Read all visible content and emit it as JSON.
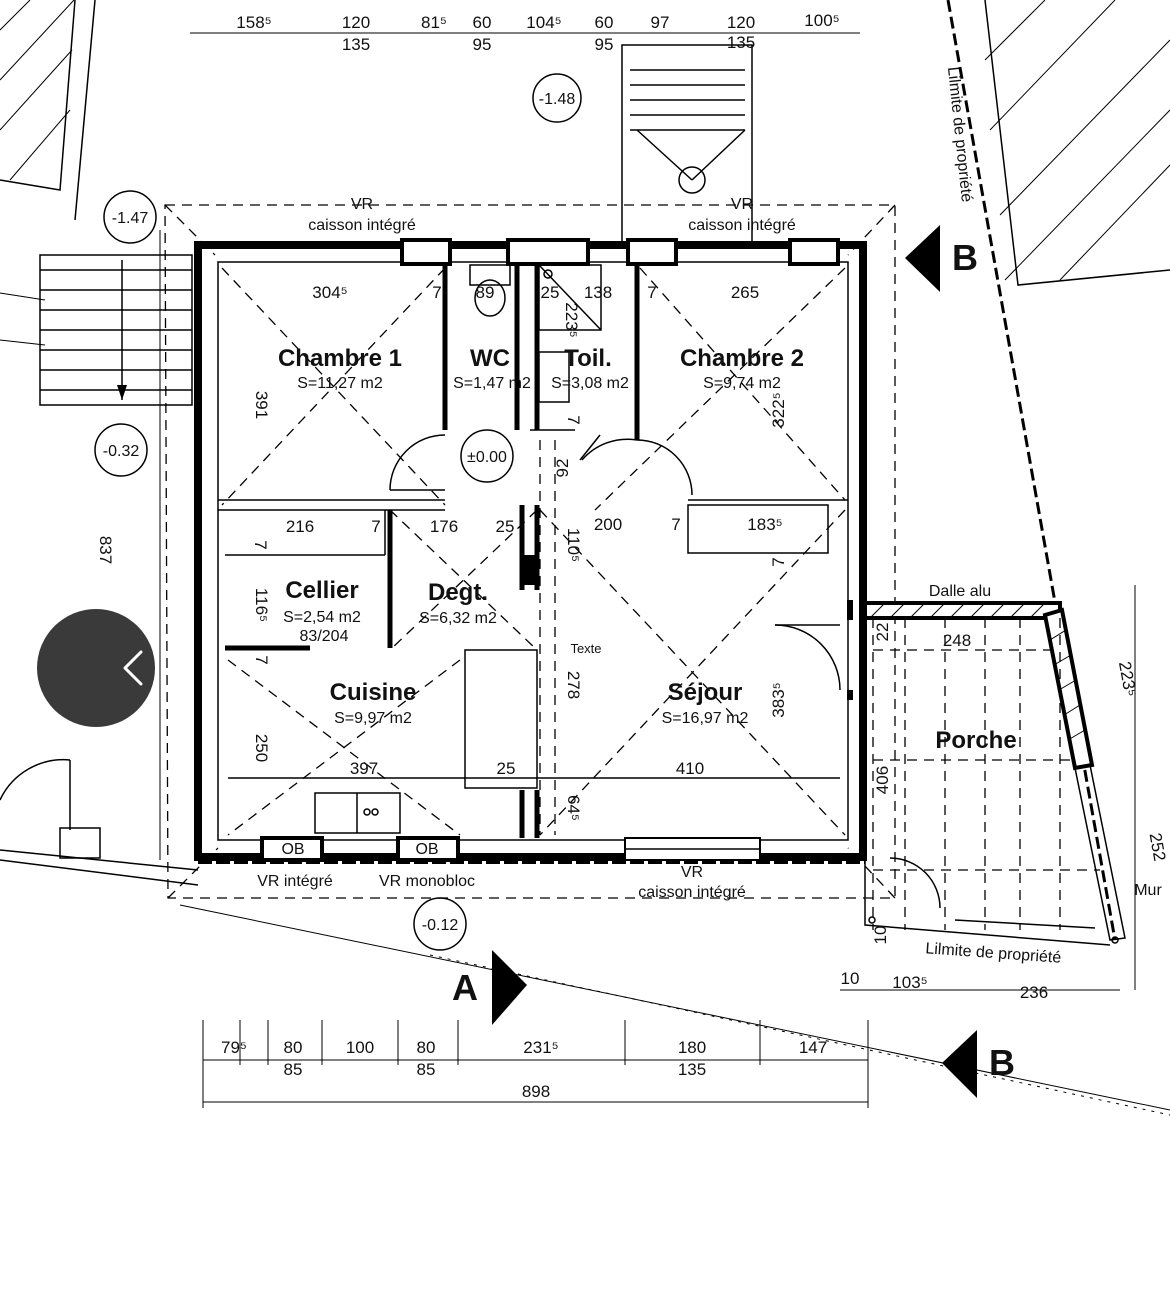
{
  "rooms": {
    "chambre1": {
      "name": "Chambre 1",
      "area": "S=11,27 m2"
    },
    "wc": {
      "name": "WC",
      "area": "S=1,47 m2"
    },
    "toilette": {
      "name": "Toil.",
      "area": "S=3,08 m2"
    },
    "chambre2": {
      "name": "Chambre 2",
      "area": "S=9,74 m2"
    },
    "cellier": {
      "name": "Cellier",
      "area": "S=2,54 m2",
      "door": "83/204"
    },
    "degt": {
      "name": "Degt.",
      "area": "S=6,32 m2"
    },
    "cuisine": {
      "name": "Cuisine",
      "area": "S=9,97 m2"
    },
    "sejour": {
      "name": "Séjour",
      "area": "S=16,97 m2"
    },
    "porche": {
      "name": "Porche"
    }
  },
  "levels": {
    "l1": "-1.48",
    "l2": "-1.47",
    "l3": "-0.32",
    "l4": "±0.00",
    "l5": "-0.12"
  },
  "labels": {
    "vr_caisson": "VR",
    "caisson_integre": "caisson intégré",
    "vr_integre": "VR intégré",
    "vr_monobloc": "VR monobloc",
    "ob": "OB",
    "dalle_alu": "Dalle alu",
    "limite": "Lilmite de propriété",
    "mur": "Mur",
    "texte": "Texte",
    "section_a": "A",
    "section_b": "B"
  },
  "dims_top": {
    "d1": "158⁵",
    "d2": "120",
    "d2b": "135",
    "d3": "81⁵",
    "d4": "60",
    "d4b": "95",
    "d5": "104⁵",
    "d6": "60",
    "d6b": "95",
    "d7": "97",
    "d8": "120",
    "d8b": "135",
    "d9": "100⁵"
  },
  "dims_interior": {
    "c1w": "304⁵",
    "w7a": "7",
    "wc89": "89",
    "t25": "25",
    "t138": "138",
    "w7b": "7",
    "c2w": "265",
    "c1h": "391",
    "t223": "223⁵",
    "t7": "7",
    "c2h": "322⁵",
    "d92": "92",
    "r216": "216",
    "r7a": "7",
    "r176": "176",
    "r25": "25",
    "r105": "110⁵",
    "r200": "200",
    "r7b": "7",
    "r183": "183⁵",
    "l7a": "7",
    "l116": "116⁵",
    "l7b": "7",
    "l250": "250",
    "m278": "278",
    "r7c": "7",
    "r383": "383⁵",
    "b397": "397",
    "b25": "25",
    "b410": "410",
    "b64": "64⁵"
  },
  "dims_porch": {
    "p22": "22",
    "p248": "248",
    "p223": "223⁵",
    "p406": "406",
    "p252": "252",
    "p10": "10"
  },
  "dims_right_bottom": {
    "r10": "10",
    "r103": "103⁵",
    "r236": "236"
  },
  "dims_bottom": {
    "b1": "79⁵",
    "b2": "80",
    "b2b": "85",
    "b3": "100",
    "b4": "80",
    "b4b": "85",
    "b5": "231⁵",
    "b6": "180",
    "b6b": "135",
    "b7": "147",
    "total": "898"
  },
  "dims_left": {
    "h837": "837"
  }
}
